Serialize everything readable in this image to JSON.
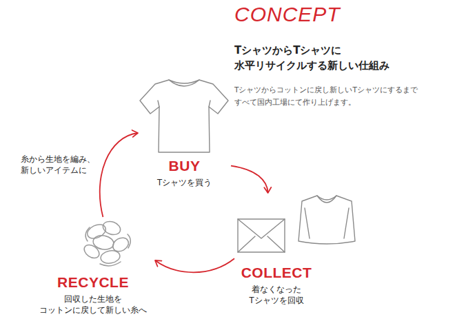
{
  "diagram": {
    "title": "CONCEPT",
    "nodes": [
      {
        "text": [
          "BUY",
          "Tシャツを買う"
        ]
      },
      {
        "text": [
          "COLLECT",
          "着なくなった Tシャツを回収"
        ]
      },
      {
        "text": [
          "RECYCLE",
          "回収した生地を コットンに戻して新しい糸へ"
        ]
      }
    ],
    "edges": [
      {
        "from": 0,
        "to": 1,
        "arrow": "to"
      },
      {
        "from": 1,
        "to": 2,
        "arrow": "to"
      },
      {
        "from": 2,
        "to": 0,
        "label": "糸から生地を編み、 新しいアイテムに",
        "arrow": "to"
      }
    ],
    "labels": [
      "TシャツからTシャツに 水平リサイクルする新しい仕組み",
      "Tシャツからコットンに戻し新しいTシャツにするまで すべて国内工場にて作り上げます。"
    ]
  }
}
